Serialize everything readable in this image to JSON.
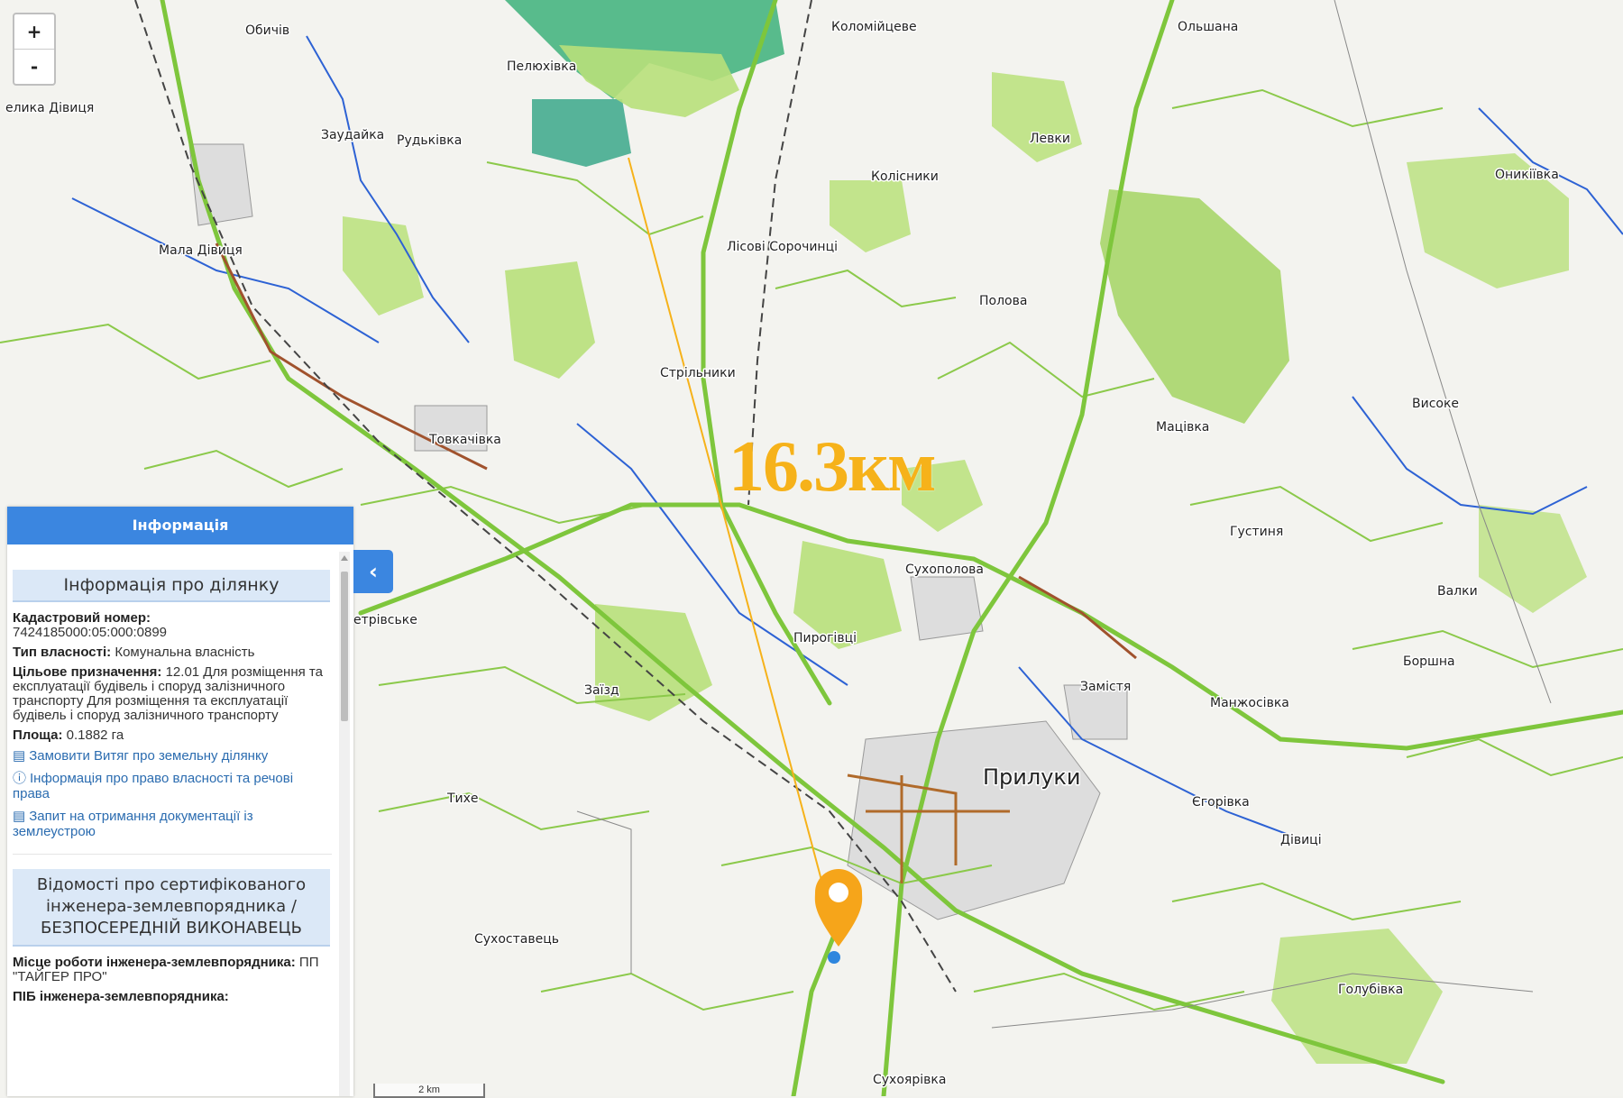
{
  "map": {
    "zoom_in": "+",
    "zoom_out": "-",
    "distance_label": "16.3км",
    "scale_label": "2 km",
    "places": [
      {
        "name": "Обичів"
      },
      {
        "name": "Коломійцеве"
      },
      {
        "name": "Ольшана"
      },
      {
        "name": "Пелюхівка"
      },
      {
        "name": "елика Дівиця"
      },
      {
        "name": "Заудайка"
      },
      {
        "name": "Рудьківка"
      },
      {
        "name": "Левки"
      },
      {
        "name": "Колісники"
      },
      {
        "name": "Оникіївка"
      },
      {
        "name": "Мала Дівиця"
      },
      {
        "name": "Лісові Сорочинці"
      },
      {
        "name": "Полова"
      },
      {
        "name": "Стрільники"
      },
      {
        "name": "Високе"
      },
      {
        "name": "Мацівка"
      },
      {
        "name": "Товкачівка"
      },
      {
        "name": "Густиня"
      },
      {
        "name": "Сухополова"
      },
      {
        "name": "Валки"
      },
      {
        "name": "етрівське"
      },
      {
        "name": "Пирогівці"
      },
      {
        "name": "Боршна"
      },
      {
        "name": "Заїзд"
      },
      {
        "name": "Замістя"
      },
      {
        "name": "Манжосівка"
      },
      {
        "name": "Прилуки"
      },
      {
        "name": "Тихе"
      },
      {
        "name": "Єгорівка"
      },
      {
        "name": "Дівиці"
      },
      {
        "name": "Сухоставець"
      },
      {
        "name": "Голубівка"
      },
      {
        "name": "Сухоярівка"
      }
    ]
  },
  "panel": {
    "header": "Інформація",
    "section1_title": "Інформація про ділянку",
    "cadastral_label": "Кадастровий номер:",
    "cadastral_value": "7424185000:05:000:0899",
    "ownership_label": "Тип власності:",
    "ownership_value": "Комунальна власність",
    "purpose_label": "Цільове призначення:",
    "purpose_value": "12.01 Для розміщення та експлуатації будівель і споруд залізничного транспорту Для розміщення та експлуатації будівель і споруд залізничного транспорту",
    "area_label": "Площа:",
    "area_value": "0.1882 га",
    "link1": "Замовити Витяг про земельну ділянку",
    "link2": "Інформація про право власності та речові права",
    "link3": "Запит на отримання документації із землеустрою",
    "section2_title": "Відомості про сертифікованого інженера-землевпорядника / БЕЗПОСЕРЕДНІЙ ВИКОНАВЕЦЬ",
    "workplace_label": "Місце роботи інженера-землевпорядника:",
    "workplace_value": "ПП \"ТАЙГЕР ПРО\"",
    "engineer_label": "ПІБ інженера-землевпорядника:",
    "collapse_icon": "chevron-left-icon"
  }
}
